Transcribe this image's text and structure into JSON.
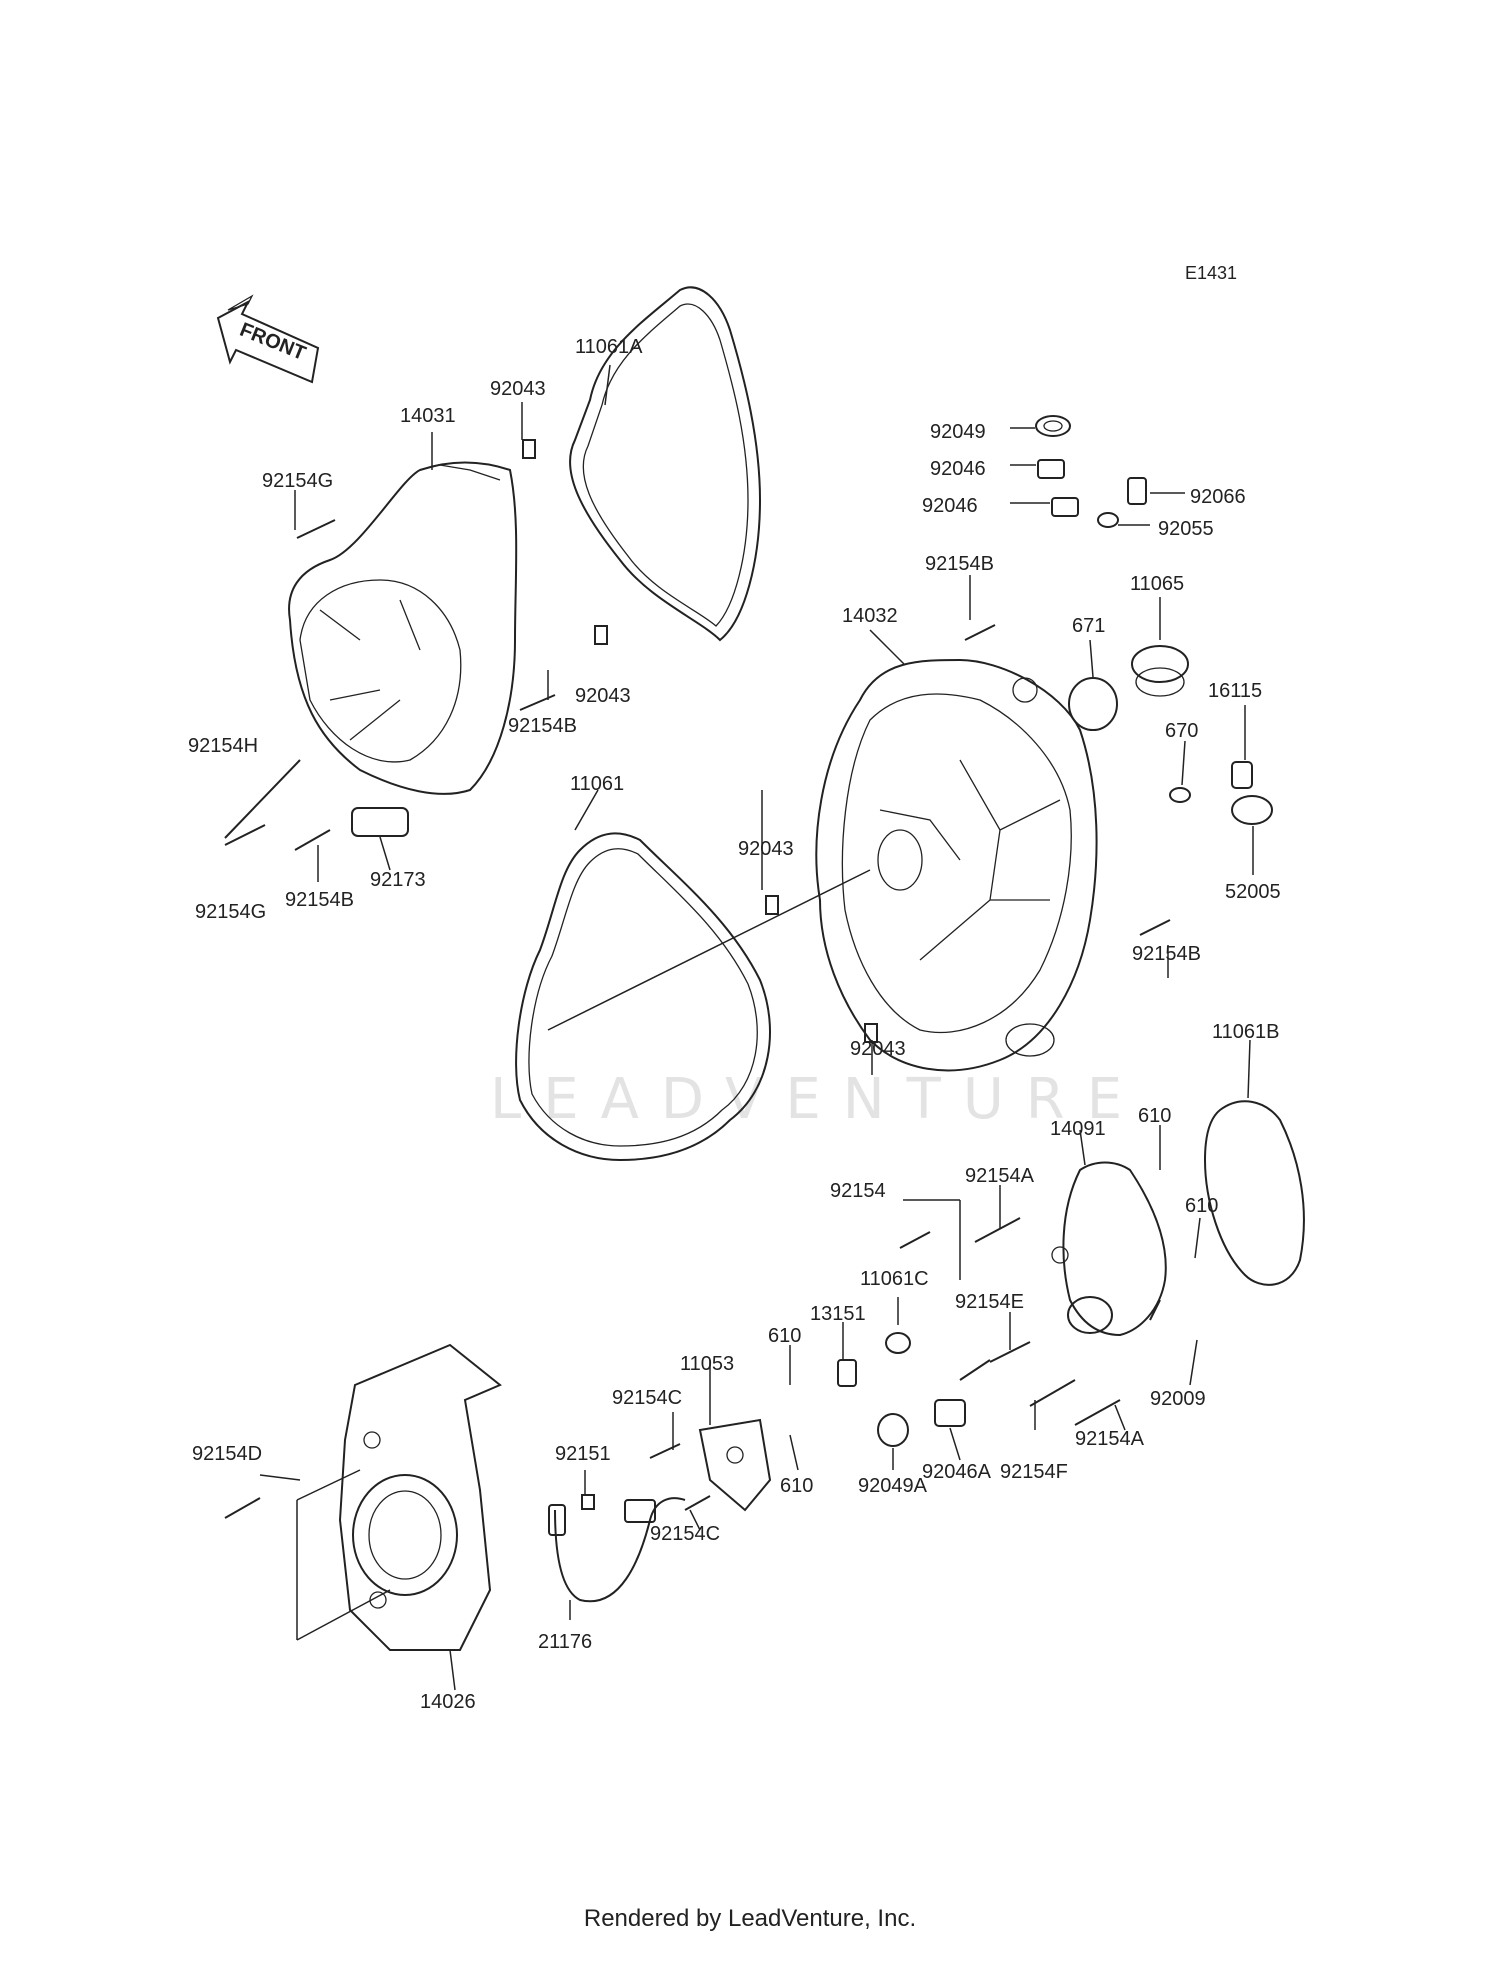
{
  "diagram": {
    "code": "E1431",
    "front_label": "FRONT",
    "watermark": "LEADVENTURE",
    "footer": "Rendered by LeadVenture, Inc."
  },
  "callouts": [
    "11061A",
    "92043",
    "14031",
    "92154G",
    "92049",
    "92046",
    "92046",
    "92066",
    "92055",
    "92154B",
    "11065",
    "14032",
    "671",
    "16115",
    "92043",
    "92154B",
    "670",
    "92154H",
    "11061",
    "92043",
    "52005",
    "92173",
    "92154G",
    "92154B",
    "92154B",
    "92043",
    "11061B",
    "14091",
    "610",
    "92154",
    "92154A",
    "610",
    "11061C",
    "92154E",
    "13151",
    "610",
    "11053",
    "92154C",
    "92009",
    "92154D",
    "92151",
    "610",
    "92049A",
    "92046A",
    "92154F",
    "92154A",
    "92154C",
    "21176",
    "14026"
  ]
}
